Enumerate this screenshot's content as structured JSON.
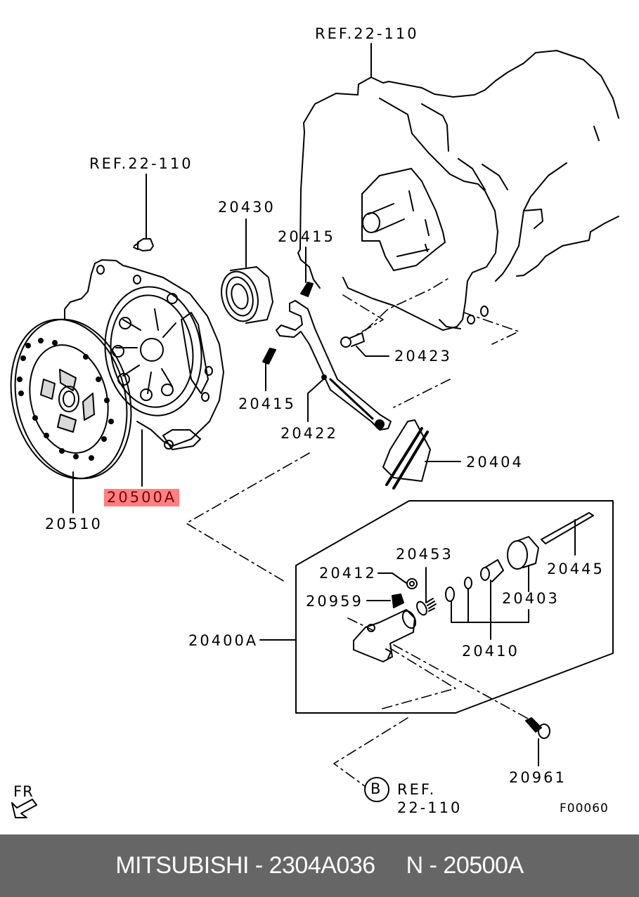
{
  "diagram": {
    "title": "Clutch assembly parts diagram",
    "highlight_color": "#ff8080",
    "highlight_text_color": "#7a0000",
    "labels": {
      "ref_top": "REF.22-110",
      "ref_left": "REF.22-110",
      "p20430": "20430",
      "p20415_top": "20415",
      "p20415_bottom": "20415",
      "p20423": "20423",
      "p20422": "20422",
      "p20404": "20404",
      "p20510": "20510",
      "p20500A": "20500A",
      "p20453": "20453",
      "p20412": "20412",
      "p20959": "20959",
      "p20445": "20445",
      "p20403": "20403",
      "p20410": "20410",
      "p20400A": "20400A",
      "p20961": "20961",
      "ref_b_circle": "B",
      "ref_b_line1": "REF.",
      "ref_b_line2": "22-110",
      "fr": "FR",
      "figure_code": "F00060"
    },
    "icons": {
      "front_direction": "arrow-down-left-icon"
    }
  },
  "footer": {
    "brand_part": "MITSUBISHI - 2304A036",
    "ref_number": "N - 20500A",
    "background": "#666666"
  }
}
